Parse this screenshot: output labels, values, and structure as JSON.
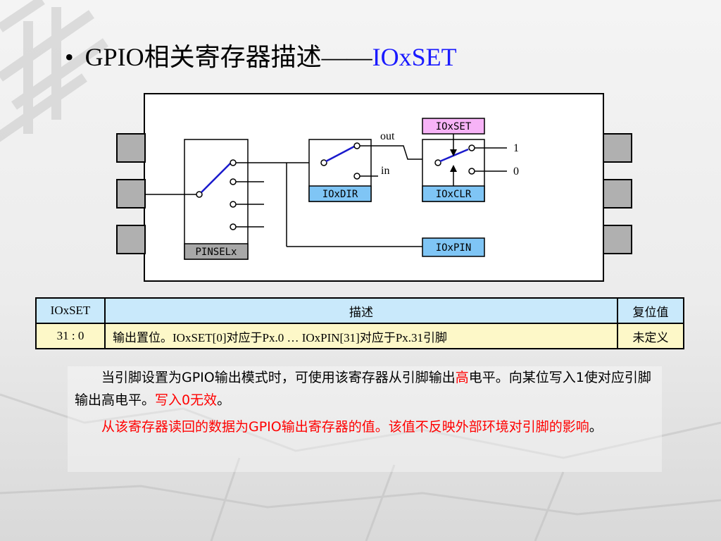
{
  "title": {
    "bullet": "•",
    "main": "GPIO相关寄存器描述——",
    "accent": "IOxSET"
  },
  "colors": {
    "accent": "#1a1aff",
    "highlight_red": "#ff0000",
    "table_header_bg": "#c9e9fb",
    "table_row_bg": "#fdf8c8",
    "reg_blue_box": "#7fc5f5",
    "reg_pink_box": "#f7b3f7",
    "pinsel_box": "#a8a8a8",
    "switch_line": "#1a1acc"
  },
  "diagram": {
    "pinsel_label": "PINSELx",
    "iodir_label": "IOxDIR",
    "ioset_label": "IOxSET",
    "ioclr_label": "IOxCLR",
    "iopin_label": "IOxPIN",
    "out_label": "out",
    "in_label": "in",
    "one_label": "1",
    "zero_label": "0"
  },
  "table": {
    "headers": [
      "IOxSET",
      "描述",
      "复位值"
    ],
    "rows": [
      [
        "31 : 0",
        "输出置位。IOxSET[0]对应于Px.0 … IOxPIN[31]对应于Px.31引脚",
        "未定义"
      ]
    ]
  },
  "body": {
    "p1_part1": "当引脚设置为GPIO输出模式时，可使用该寄存器从引脚输出",
    "p1_red": "高",
    "p1_part2": "电平。向某位写入1使对应引脚输出高电平。",
    "p1_red2": "写入0无效",
    "p1_end": "。",
    "p2_red": "从该寄存器读回的数据为GPIO输出寄存器的值。该值不反映外部环境对引脚的影响",
    "p2_end": "。"
  }
}
